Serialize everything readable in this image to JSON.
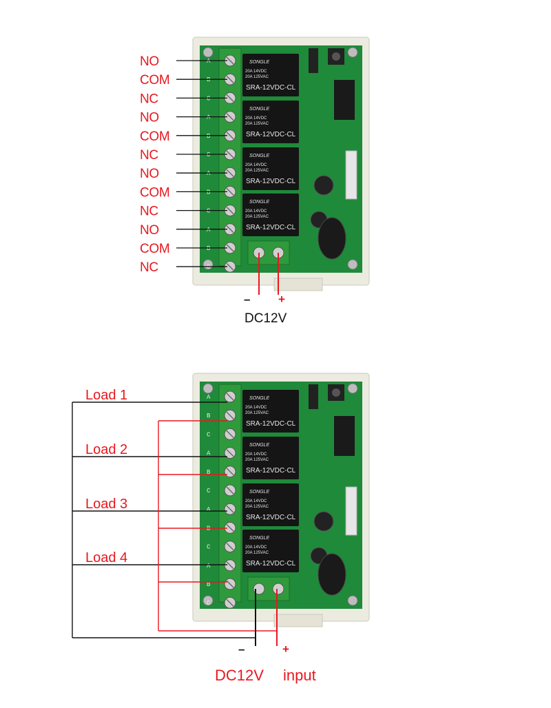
{
  "diagram1": {
    "terminal_labels": [
      "NO",
      "COM",
      "NC",
      "NO",
      "COM",
      "NC",
      "NO",
      "COM",
      "NC",
      "NO",
      "COM",
      "NC"
    ],
    "minus_sign": "–",
    "plus_sign": "+",
    "power_label": "DC12V"
  },
  "diagram2": {
    "loads": [
      "Load 1",
      "Load 2",
      "Load 3",
      "Load 4"
    ],
    "minus_sign": "–",
    "plus_sign": "+",
    "power_label": "DC12V",
    "input_label": "input"
  },
  "relay": {
    "brand": "SONGLE",
    "rating1": "20A 14VDC",
    "rating2": "20A 125VAC",
    "model": "SRA-12VDC-CL"
  },
  "side_marks": [
    "A",
    "B",
    "C"
  ],
  "colors": {
    "label_red": "#e8171e",
    "pcb_green": "#1f8a3a",
    "relay_black": "#151515",
    "housing": "#ecebe0",
    "terminal_green": "#2f9a3c",
    "wire_black": "#111111",
    "wire_red": "#e8171e"
  }
}
